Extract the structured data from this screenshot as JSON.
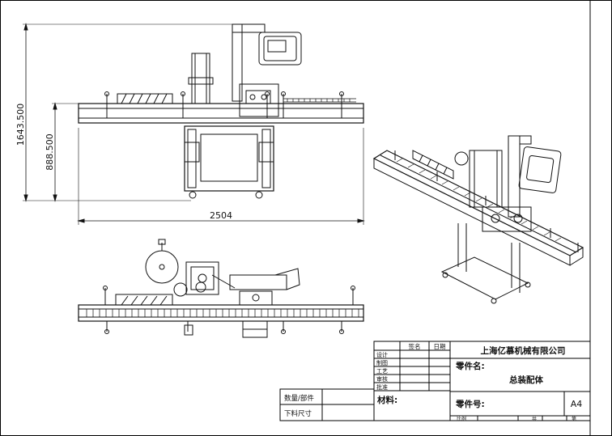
{
  "dimensions": {
    "height_overall": "1643.500",
    "height_table": "888.500",
    "width_overall": "2504"
  },
  "title_block": {
    "company": "上海亿慕机械有限公司",
    "part_name_label": "零件名:",
    "part_name_value": "总装配体",
    "part_number_label": "零件号:",
    "material_label": "材料:",
    "paper_size": "A4",
    "header_sign": "签名",
    "header_date": "日期",
    "roles": [
      "设计",
      "制图",
      "工艺",
      "审核",
      "批准"
    ],
    "quantity_label": "数量/部件",
    "blank_size_label": "下料尺寸",
    "scale_label": "比例",
    "sheets_label": "共",
    "sheet_label": "第"
  }
}
